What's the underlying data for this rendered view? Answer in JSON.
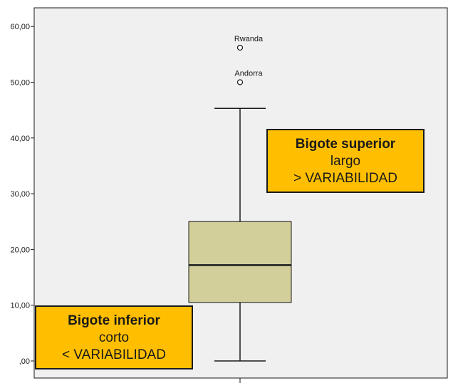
{
  "chart_data": {
    "type": "boxplot",
    "title": "",
    "xlabel": "",
    "ylabel": "",
    "ylim": [
      -1.5,
      65
    ],
    "yticks": [
      0,
      10,
      20,
      30,
      40,
      50,
      60
    ],
    "ytick_labels": [
      ",00",
      "10,00",
      "20,00",
      "30,00",
      "40,00",
      "50,00",
      "60,00"
    ],
    "grid": false,
    "box": {
      "whisker_low": 0,
      "q1": 10.5,
      "median": 17.2,
      "q3": 25,
      "whisker_high": 45.3,
      "fill": "#d3cf9a"
    },
    "outliers": [
      {
        "label": "Rwanda",
        "value": 56.2
      },
      {
        "label": "Andorra",
        "value": 50.0
      }
    ]
  },
  "callouts": {
    "upper": {
      "title": "Bigote superior",
      "line2": "largo",
      "line3": "> VARIABILIDAD"
    },
    "lower": {
      "title": "Bigote inferior",
      "line2": "corto",
      "line3": "< VARIABILIDAD"
    }
  },
  "colors": {
    "callout_fill": "#ffbf00",
    "box_fill": "#d3cf9a",
    "plot_background": "#f0f0f0",
    "stroke": "#1a1a1a"
  }
}
